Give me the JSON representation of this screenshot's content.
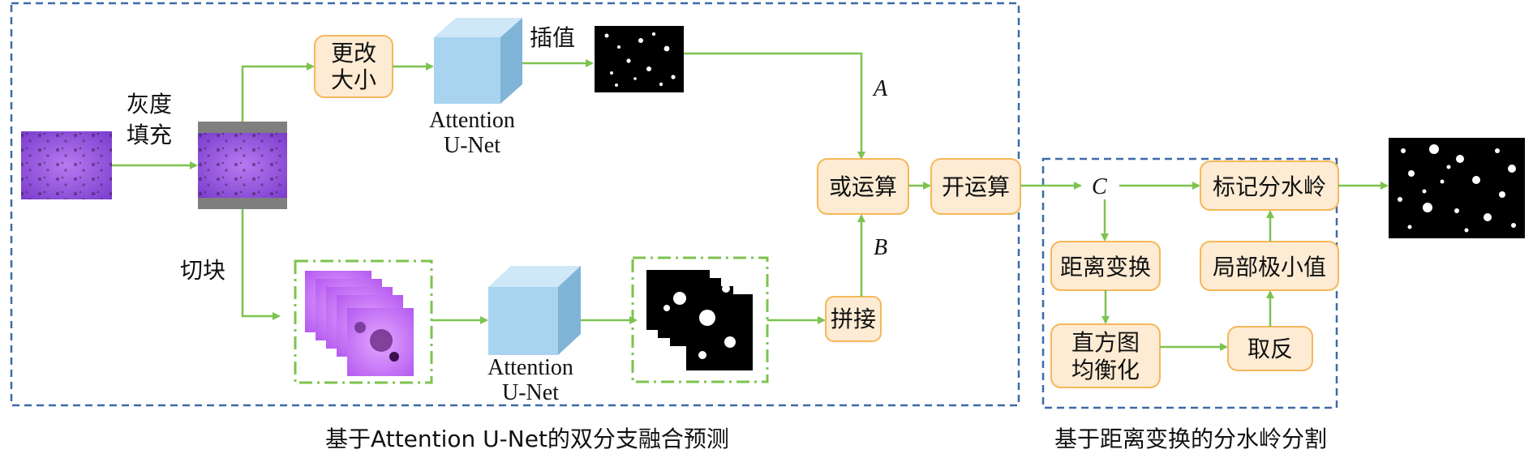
{
  "branch_labels": {
    "gray_fill": [
      "灰度",
      "填充"
    ],
    "tile": "切块",
    "interpolate": "插值",
    "A": "A",
    "B": "B",
    "C": "C"
  },
  "boxes": {
    "resize": [
      "更改",
      "大小"
    ],
    "or_op": "或运算",
    "open_op": "开运算",
    "stitch": "拼接",
    "mark_watershed": "标记分水岭",
    "dist_transform": "距离变换",
    "local_min": "局部极小值",
    "hist_eq": [
      "直方图",
      "均衡化"
    ],
    "invert": "取反"
  },
  "networks": {
    "top": [
      "Attention",
      "U-Net"
    ],
    "bottom": [
      "Attention",
      "U-Net"
    ]
  },
  "captions": {
    "left": "基于Attention U-Net的双分支融合预测",
    "right": "基于距离变换的分水岭分割"
  },
  "colors": {
    "arrow": "#7dc34f",
    "box_fill": "#fdebd3",
    "box_stroke": "#f5b85a",
    "dashed_frame": "#3d6aa8",
    "cube_front": "#a9d4ef",
    "purple": "#8a3fd6"
  }
}
